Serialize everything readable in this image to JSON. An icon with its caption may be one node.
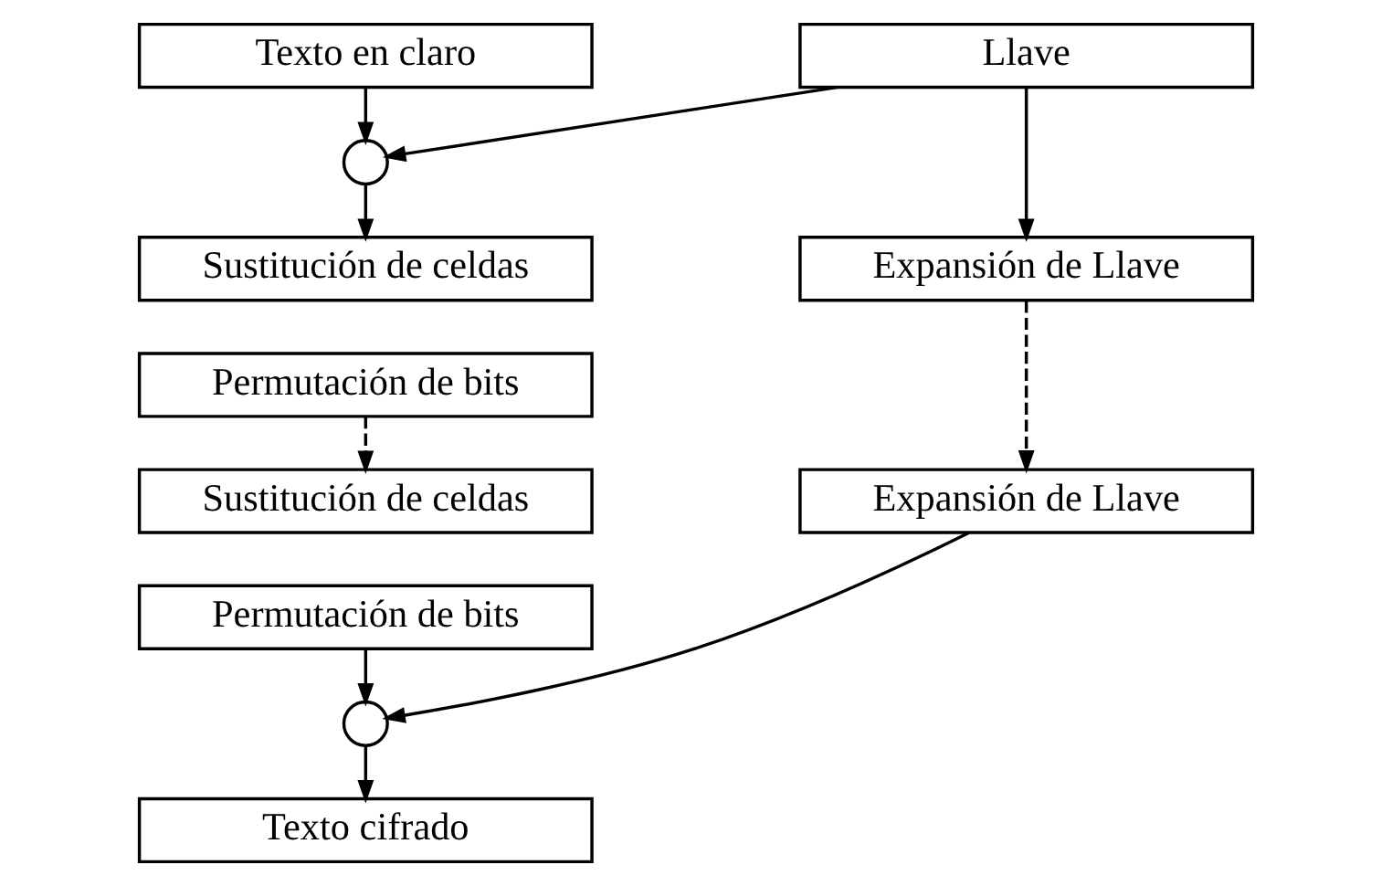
{
  "diagram": {
    "nodes": [
      {
        "text": [
          "Texto en claro"
        ]
      },
      {
        "text": [
          "Llave"
        ]
      },
      {
        "text": [],
        "shape": "circle"
      },
      {
        "text": [
          "Sustitución de celdas"
        ]
      },
      {
        "text": [
          "Permutación de bits"
        ]
      },
      {
        "text": [
          "Expansión de Llave"
        ]
      },
      {
        "text": [
          "Sustitución de celdas"
        ]
      },
      {
        "text": [
          "Permutación de bits"
        ]
      },
      {
        "text": [
          "Expansión de Llave"
        ]
      },
      {
        "text": [],
        "shape": "circle"
      },
      {
        "text": [
          "Texto cifrado"
        ]
      }
    ],
    "edges": [
      {
        "from": 0,
        "to": 2,
        "arrow": "to"
      },
      {
        "from": 1,
        "to": 2,
        "arrow": "to"
      },
      {
        "from": 1,
        "to": 5,
        "arrow": "to"
      },
      {
        "from": 2,
        "to": 3,
        "arrow": "to"
      },
      {
        "from": 4,
        "to": 6,
        "arrow": "to",
        "style": "dashed"
      },
      {
        "from": 5,
        "to": 8,
        "arrow": "to",
        "style": "dashed"
      },
      {
        "from": 7,
        "to": 9,
        "arrow": "to"
      },
      {
        "from": 8,
        "to": 9,
        "arrow": "to"
      },
      {
        "from": 9,
        "to": 10,
        "arrow": "to"
      }
    ]
  }
}
